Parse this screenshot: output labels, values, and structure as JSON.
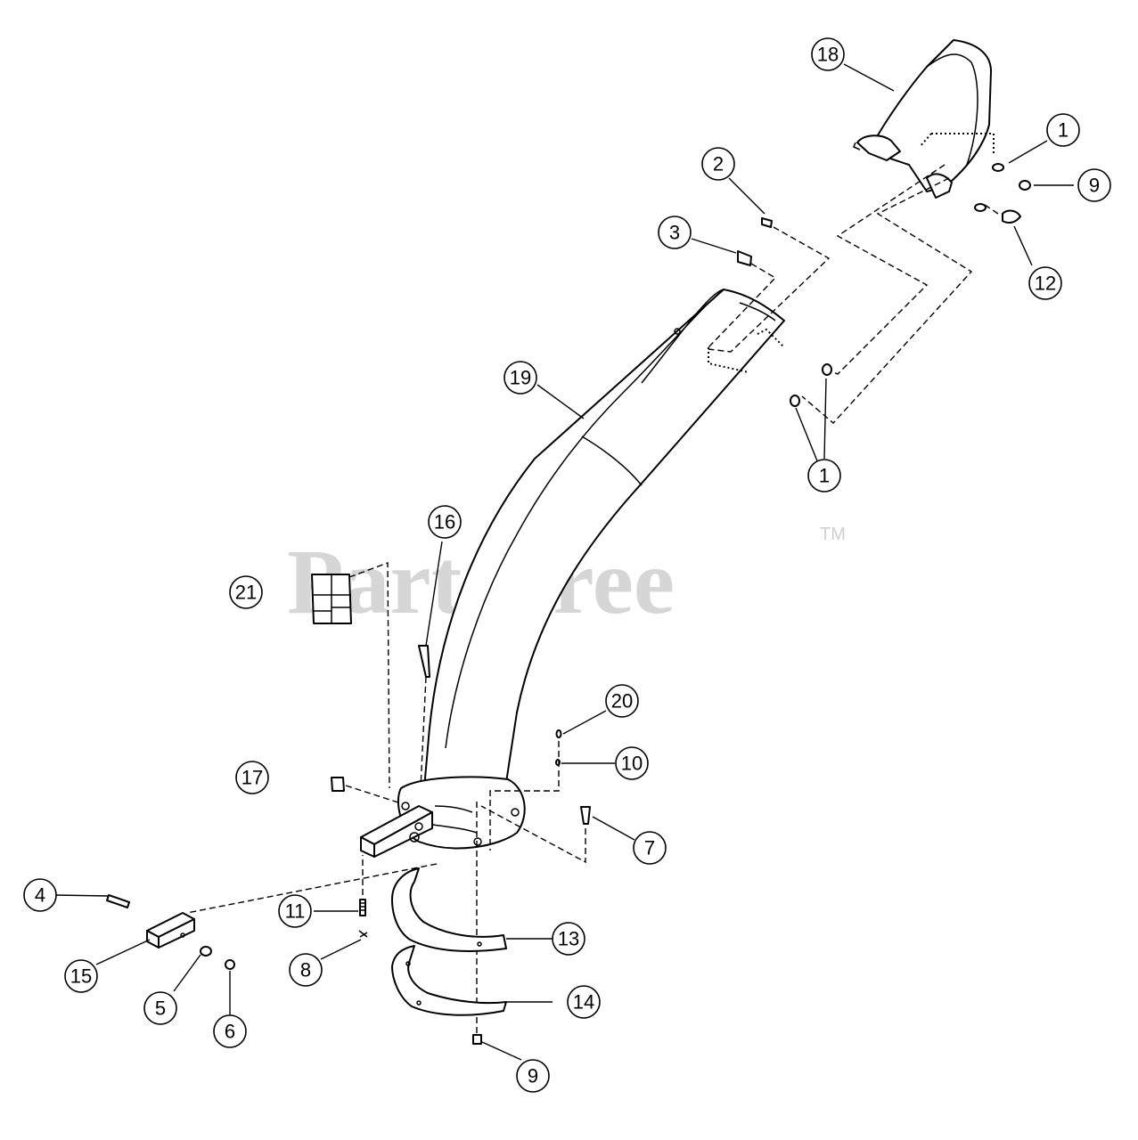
{
  "watermark": {
    "brand": "PartsTree",
    "trademark": "TM"
  },
  "callouts": {
    "c18": "18",
    "c1_top": "1",
    "c9_top": "9",
    "c12": "12",
    "c2": "2",
    "c3": "3",
    "c19": "19",
    "c1_mid": "1",
    "c16": "16",
    "c21": "21",
    "c20": "20",
    "c10": "10",
    "c17": "17",
    "c7": "7",
    "c4": "4",
    "c11": "11",
    "c13": "13",
    "c15": "15",
    "c8": "8",
    "c5": "5",
    "c14": "14",
    "c6": "6",
    "c9_bottom": "9"
  }
}
